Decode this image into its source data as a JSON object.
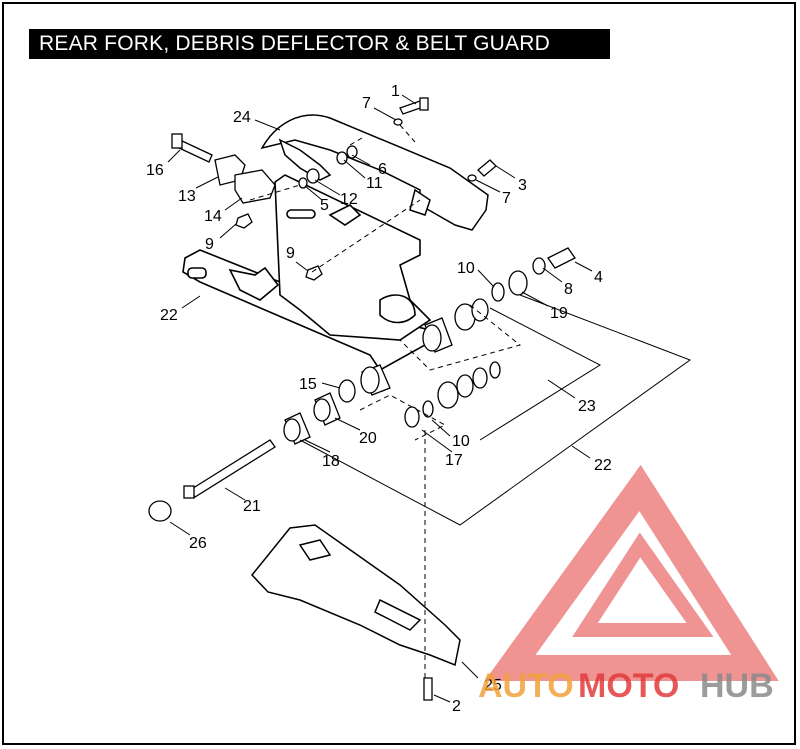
{
  "title": "REAR FORK, DEBRIS DEFLECTOR & BELT GUARD",
  "callouts": [
    "1",
    "7",
    "24",
    "6",
    "11",
    "3",
    "7",
    "16",
    "13",
    "12",
    "14",
    "5",
    "9",
    "9",
    "10",
    "4",
    "8",
    "19",
    "22",
    "15",
    "23",
    "20",
    "10",
    "17",
    "18",
    "22",
    "21",
    "26",
    "25",
    "2"
  ],
  "watermark": {
    "part1": "AUTO",
    "part2": "MOTO",
    "part3": "HUB",
    "color_red": "#e23b3b",
    "color_orange": "#f2a23a",
    "color_gray": "#8a8a8a"
  }
}
